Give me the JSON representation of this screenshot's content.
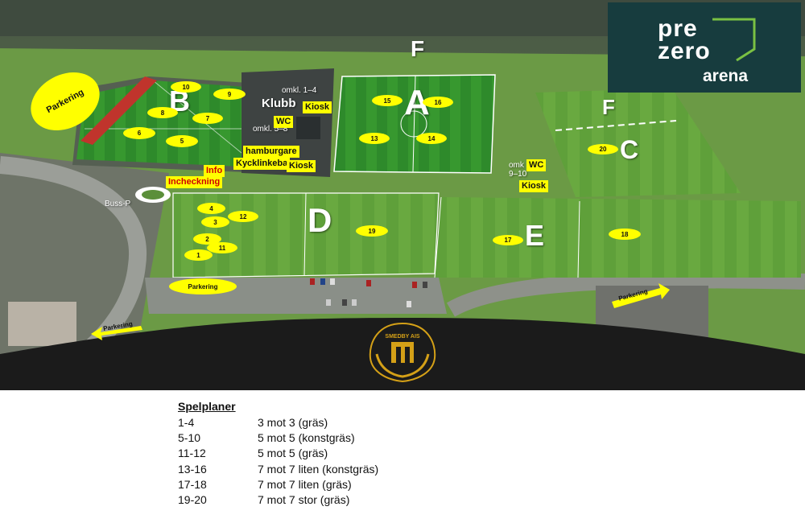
{
  "brand": {
    "line1": "pre",
    "line2": "zero",
    "line3": "arena",
    "bg_color": "#173c3e",
    "accent_color": "#7ac143"
  },
  "club_logo": {
    "text": "SMEDBY AIS"
  },
  "field_letters": {
    "A": "A",
    "B": "B",
    "C": "C",
    "D": "D",
    "E": "E",
    "F_top": "F",
    "F_right": "F"
  },
  "pitches": [
    "1",
    "2",
    "3",
    "4",
    "5",
    "6",
    "7",
    "8",
    "9",
    "10",
    "11",
    "12",
    "13",
    "14",
    "15",
    "16",
    "17",
    "18",
    "19",
    "20"
  ],
  "parking": {
    "p1": "Parkering",
    "p2": "Parkering",
    "p3": "Parkering",
    "p4": "Parkering"
  },
  "facility_labels": {
    "klubb": "Klubb",
    "kiosk_1": "Kiosk",
    "kiosk_2": "Kiosk",
    "kiosk_3": "Kiosk",
    "wc_1": "WC",
    "wc_2": "WC",
    "hamburgare": "hamburgare",
    "kyckling": "Kycklinkeba",
    "info": "Info",
    "incheckning": "Incheckning",
    "omkl_1_4": "omkl. 1–4",
    "omkl_5_8": "omkl. 5–8",
    "omkl_9_10": "9–10",
    "omkl_prefix": "omk",
    "buss": "Buss-P"
  },
  "legend": {
    "title": "Spelplaner",
    "rows": [
      {
        "range": "1-4",
        "desc": "3 mot 3 (gräs)"
      },
      {
        "range": "5-10",
        "desc": "5 mot 5 (konstgräs)"
      },
      {
        "range": "11-12",
        "desc": "5 mot 5 (gräs)"
      },
      {
        "range": "13-16",
        "desc": "7 mot 7 liten (konstgräs)"
      },
      {
        "range": "17-18",
        "desc": "7 mot 7 liten (gräs)"
      },
      {
        "range": "19-20",
        "desc": "7 mot 7 stor (gräs)"
      }
    ]
  },
  "colors": {
    "label_yellow": "#ffff00",
    "info_red": "#d00000",
    "artificial_turf": "#2f8a2c",
    "grass": "#5d9c3a"
  }
}
